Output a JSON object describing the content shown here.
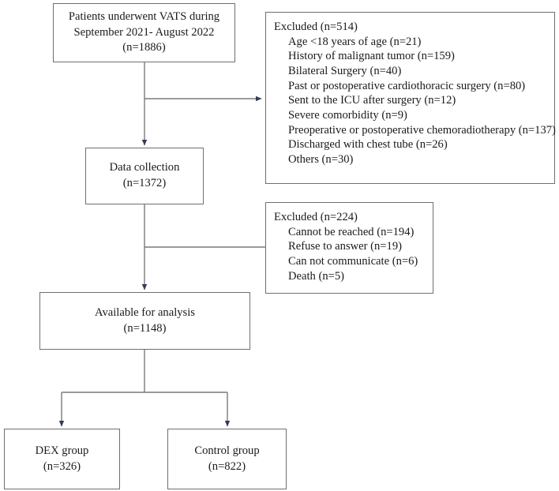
{
  "diagram": {
    "title": "Patient flow diagram",
    "line_color": "#7a7a7e",
    "arrow_color": "#2f3b57",
    "box_border_color": "#6f6f72"
  },
  "nodes": {
    "enrollment": {
      "name": "enrollment-box",
      "lines": [
        "Patients underwent VATS during",
        "September 2021- August 2022",
        "(n=1886)"
      ]
    },
    "data_collection": {
      "name": "data-collection-box",
      "lines": [
        "Data collection",
        "(n=1372)"
      ]
    },
    "available": {
      "name": "available-for-analysis-box",
      "lines": [
        "Available for analysis",
        "(n=1148)"
      ]
    },
    "dex_group": {
      "name": "dex-group-box",
      "lines": [
        "DEX group",
        "(n=326)"
      ]
    },
    "control_group": {
      "name": "control-group-box",
      "lines": [
        "Control group",
        "(n=822)"
      ]
    },
    "excluded_1": {
      "name": "excluded-box-1",
      "header": "Excluded (n=514)",
      "items": [
        "Age <18 years of age (n=21)",
        "History of malignant tumor (n=159)",
        "Bilateral Surgery (n=40)",
        "Past or postoperative cardiothoracic surgery (n=80)",
        "Sent to the ICU after surgery (n=12)",
        "Severe comorbidity (n=9)",
        "Preoperative or postoperative chemoradiotherapy (n=137)",
        "Discharged with chest tube (n=26)",
        "Others (n=30)"
      ]
    },
    "excluded_2": {
      "name": "excluded-box-2",
      "header": "Excluded (n=224)",
      "items": [
        "Cannot be reached (n=194)",
        "Refuse to answer (n=19)",
        "Can not communicate (n=6)",
        "Death (n=5)"
      ]
    }
  }
}
